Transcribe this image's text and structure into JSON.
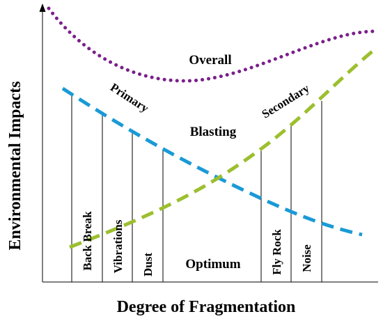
{
  "axes": {
    "x_label": "Degree of Fragmentation",
    "y_label": "Environmental Impacts"
  },
  "curves": {
    "overall": {
      "label": "Overall",
      "color": "#7b1f8a",
      "style": "dotted"
    },
    "primary": {
      "label": "Primary",
      "color": "#1a9ad6",
      "style": "dashed"
    },
    "secondary": {
      "label": "Secondary",
      "color": "#9cbf2e",
      "style": "dashed"
    }
  },
  "labels": {
    "blasting": "Blasting",
    "optimum": "Optimum"
  },
  "impacts": {
    "back_break": "Back Break",
    "vibrations": "Vibrations",
    "dust": "Dust",
    "fly_rock": "Fly Rock",
    "noise": "Noise"
  }
}
